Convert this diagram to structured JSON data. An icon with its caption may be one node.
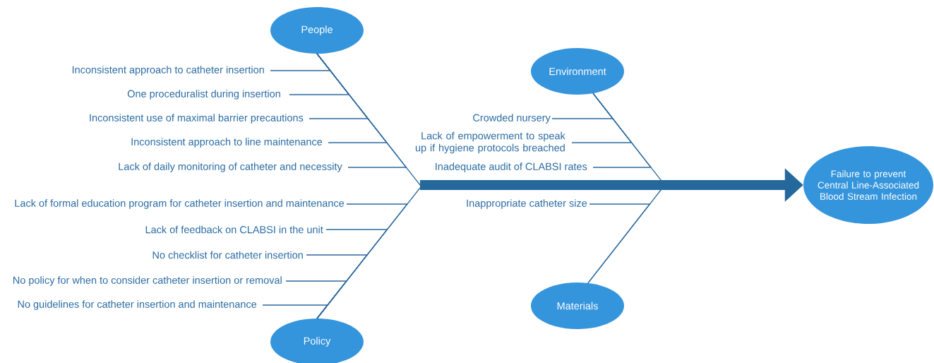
{
  "diagram": {
    "nodes": [
      {
        "text": [
          "People"
        ]
      },
      {
        "text": [
          "Inconsistent approach to catheter insertion"
        ]
      },
      {
        "text": [
          "One proceduralist during insertion"
        ]
      },
      {
        "text": [
          "Inconsistent use of maximal barrier precautions"
        ]
      },
      {
        "text": [
          "Inconsistent approach to line maintenance"
        ]
      },
      {
        "text": [
          "Lack of daily monitoring of catheter and necessity"
        ]
      },
      {
        "text": [
          "Environment"
        ]
      },
      {
        "text": [
          "Crowded nursery"
        ]
      },
      {
        "text": [
          "Lack of empowerment to speak up if hygiene protocols breached"
        ]
      },
      {
        "text": [
          "Inadequate audit of CLABSI rates"
        ]
      },
      {
        "text": [
          "Failure to prevent Central Line-Associated Blood Stream Infection"
        ]
      },
      {
        "text": [
          "Lack of formal education program for catheter insertion and maintenance"
        ]
      },
      {
        "text": [
          "Lack of feedback on CLABSI in the unit"
        ]
      },
      {
        "text": [
          "No checklist for catheter insertion"
        ]
      },
      {
        "text": [
          "No policy for when to consider catheter insertion or removal"
        ]
      },
      {
        "text": [
          "No guidelines for catheter insertion and maintenance"
        ]
      },
      {
        "text": [
          "Inappropriate catheter size"
        ]
      },
      {
        "text": [
          "Policy"
        ]
      },
      {
        "text": [
          "Materials"
        ]
      }
    ],
    "edges": [
      {
        "from": 0,
        "to": 10,
        "arrow": "to",
        "style": "thick"
      },
      {
        "from": 6,
        "to": 10,
        "arrow": "to",
        "style": "thick"
      },
      {
        "from": 17,
        "to": 10,
        "arrow": "to",
        "style": "thick"
      },
      {
        "from": 18,
        "to": 10,
        "arrow": "to",
        "style": "thick"
      },
      {
        "from": 1,
        "to": 0,
        "arrow": "none"
      },
      {
        "from": 2,
        "to": 0,
        "arrow": "none"
      },
      {
        "from": 3,
        "to": 0,
        "arrow": "none"
      },
      {
        "from": 4,
        "to": 0,
        "arrow": "none"
      },
      {
        "from": 5,
        "to": 0,
        "arrow": "none"
      },
      {
        "from": 7,
        "to": 6,
        "arrow": "none"
      },
      {
        "from": 8,
        "to": 6,
        "arrow": "none"
      },
      {
        "from": 9,
        "to": 6,
        "arrow": "none"
      },
      {
        "from": 11,
        "to": 17,
        "arrow": "none"
      },
      {
        "from": 12,
        "to": 17,
        "arrow": "none"
      },
      {
        "from": 13,
        "to": 17,
        "arrow": "none"
      },
      {
        "from": 14,
        "to": 17,
        "arrow": "none"
      },
      {
        "from": 15,
        "to": 17,
        "arrow": "none"
      },
      {
        "from": 16,
        "to": 18,
        "arrow": "none"
      }
    ]
  }
}
